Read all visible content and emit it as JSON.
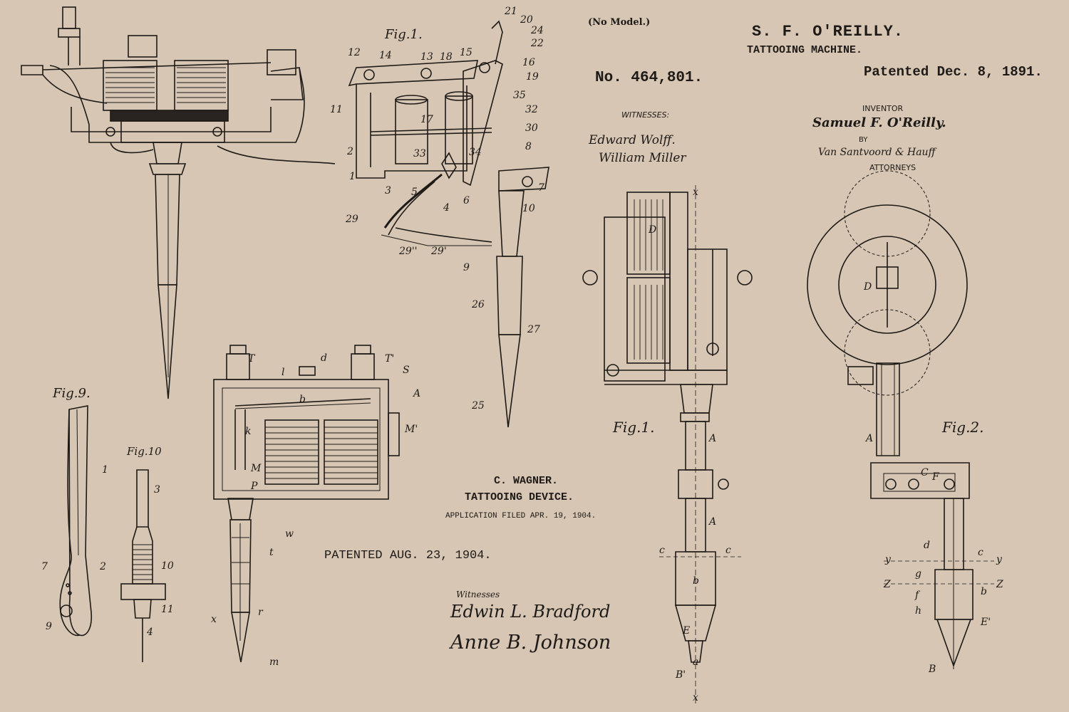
{
  "oreilly": {
    "model_note": "(No Model.)",
    "inventor_name": "S. F. O'REILLY.",
    "title": "TATTOOING MACHINE.",
    "patent_no": "No. 464,801.",
    "patent_date": "Patented Dec. 8, 1891.",
    "witnesses_label": "WITNESSES:",
    "witness_1": "Edward Wolff.",
    "witness_2": "William Miller",
    "inventor_label": "INVENTOR",
    "inventor_signature": "Samuel F. O'Reilly.",
    "by_label": "BY",
    "attorney_signature": "Van Santvoord & Hauff",
    "attorneys_label": "ATTORNEYS",
    "fig_1": "Fig.1.",
    "fig_2": "Fig.2."
  },
  "wagner": {
    "inventor_name": "C. WAGNER.",
    "title": "TATTOOING DEVICE.",
    "application": "APPLICATION FILED APR. 19, 1904.",
    "patented": "PATENTED AUG. 23, 1904.",
    "witnesses_label": "Witnesses",
    "witness_1": "Edwin L. Bradford",
    "witness_2": "Anne B. Johnson"
  },
  "left_patent": {
    "fig_1": "Fig.1.",
    "fig_9": "Fig.9.",
    "fig_10": "Fig.10"
  },
  "callouts": {
    "oreilly_fig1": [
      "x",
      "D",
      "A",
      "A",
      "c",
      "c",
      "b",
      "E",
      "a",
      "B'",
      "x"
    ],
    "oreilly_fig2": [
      "D",
      "A",
      "C",
      "F",
      "d",
      "c",
      "y",
      "y",
      "g",
      "Z",
      "Z",
      "f",
      "b",
      "h",
      "E'",
      "B"
    ],
    "wagner": [
      "T",
      "T'",
      "d",
      "l",
      "b",
      "S",
      "A",
      "M'",
      "k",
      "M",
      "P",
      "w",
      "t",
      "x",
      "r",
      "m"
    ],
    "left_fig1": [
      "21",
      "20",
      "24",
      "22",
      "12",
      "14",
      "13",
      "18",
      "15",
      "16",
      "19",
      "11",
      "35",
      "32",
      "17",
      "30",
      "8",
      "2",
      "33",
      "34",
      "1",
      "3",
      "5",
      "4",
      "6",
      "7",
      "10",
      "29",
      "29''",
      "29'",
      "9",
      "26",
      "27",
      "25"
    ],
    "fig9": [
      "1",
      "7",
      "2",
      "9"
    ],
    "fig10": [
      "3",
      "10",
      "11",
      "4"
    ]
  },
  "colors": {
    "paper": "#d6c6b3",
    "ink": "#1e1a17"
  }
}
